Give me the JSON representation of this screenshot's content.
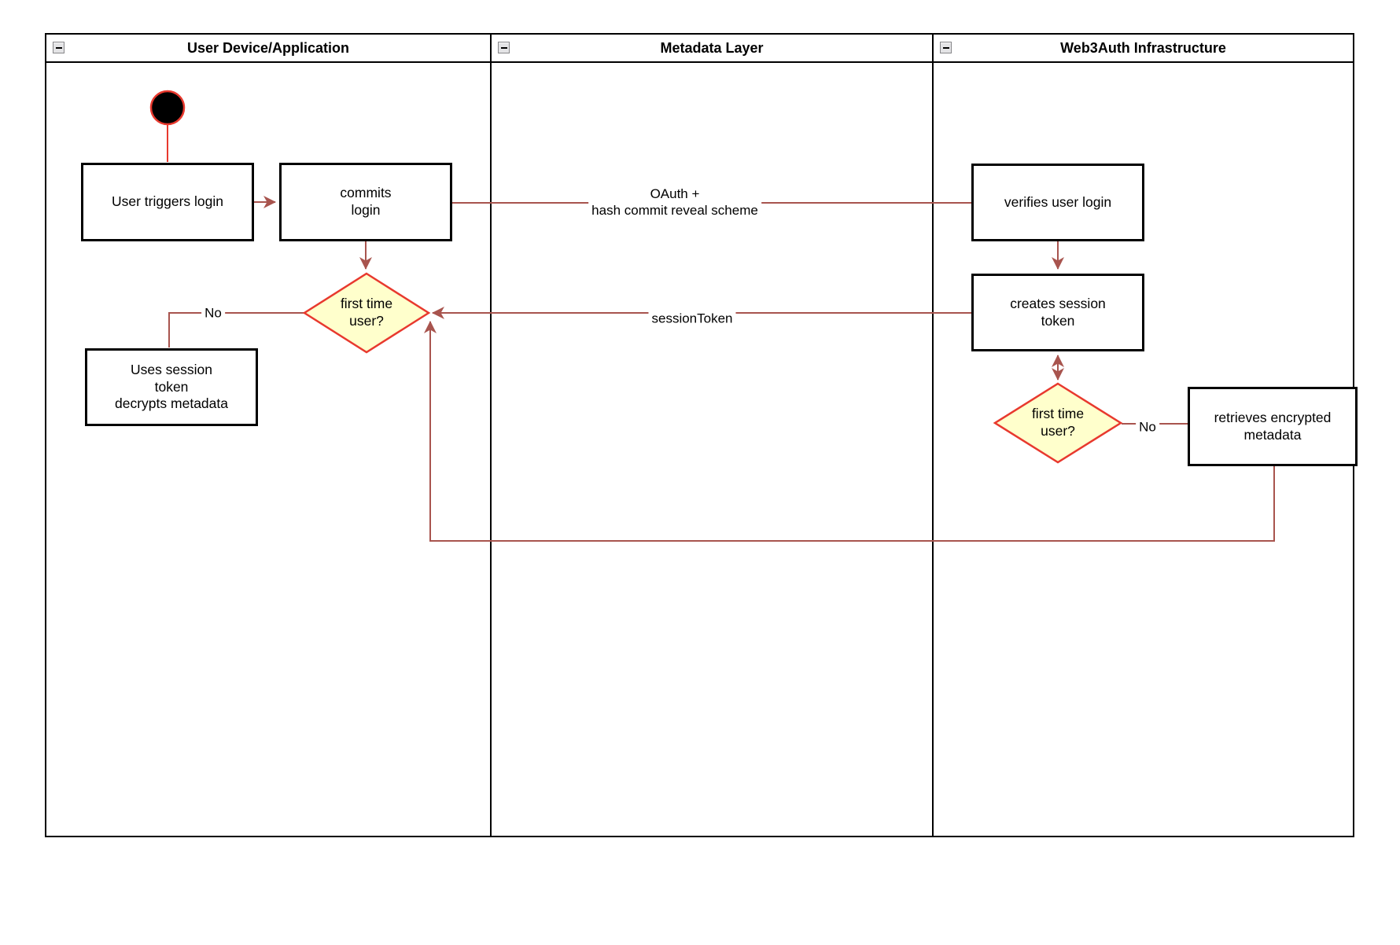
{
  "diagram": {
    "lanes": [
      {
        "title": "User Device/Application",
        "collapse_icon": "minus"
      },
      {
        "title": "Metadata Layer",
        "collapse_icon": "minus"
      },
      {
        "title": "Web3Auth Infrastructure",
        "collapse_icon": "minus"
      }
    ],
    "nodes": {
      "user_triggers_login": "User triggers login",
      "commits_login": "commits\nlogin",
      "verifies_user_login": "verifies user login",
      "creates_session_token": "creates session\ntoken",
      "retrieves_encrypted_metadata": "retrieves encrypted\nmetadata",
      "uses_session_token": "Uses session\ntoken\ndecrypts metadata",
      "first_time_user_decision_device": "first time\nuser?",
      "first_time_user_decision_infra": "first time\nuser?"
    },
    "edge_labels": {
      "oauth": "OAuth +\nhash commit reveal scheme",
      "session_token": "sessionToken",
      "no_device": "No",
      "no_infra": "No"
    },
    "colors": {
      "flow_line": "#A8544E",
      "decision_stroke": "#E8392E",
      "decision_fill": "#FFFFCC",
      "node_border": "#000000",
      "start_fill": "#000000"
    }
  }
}
